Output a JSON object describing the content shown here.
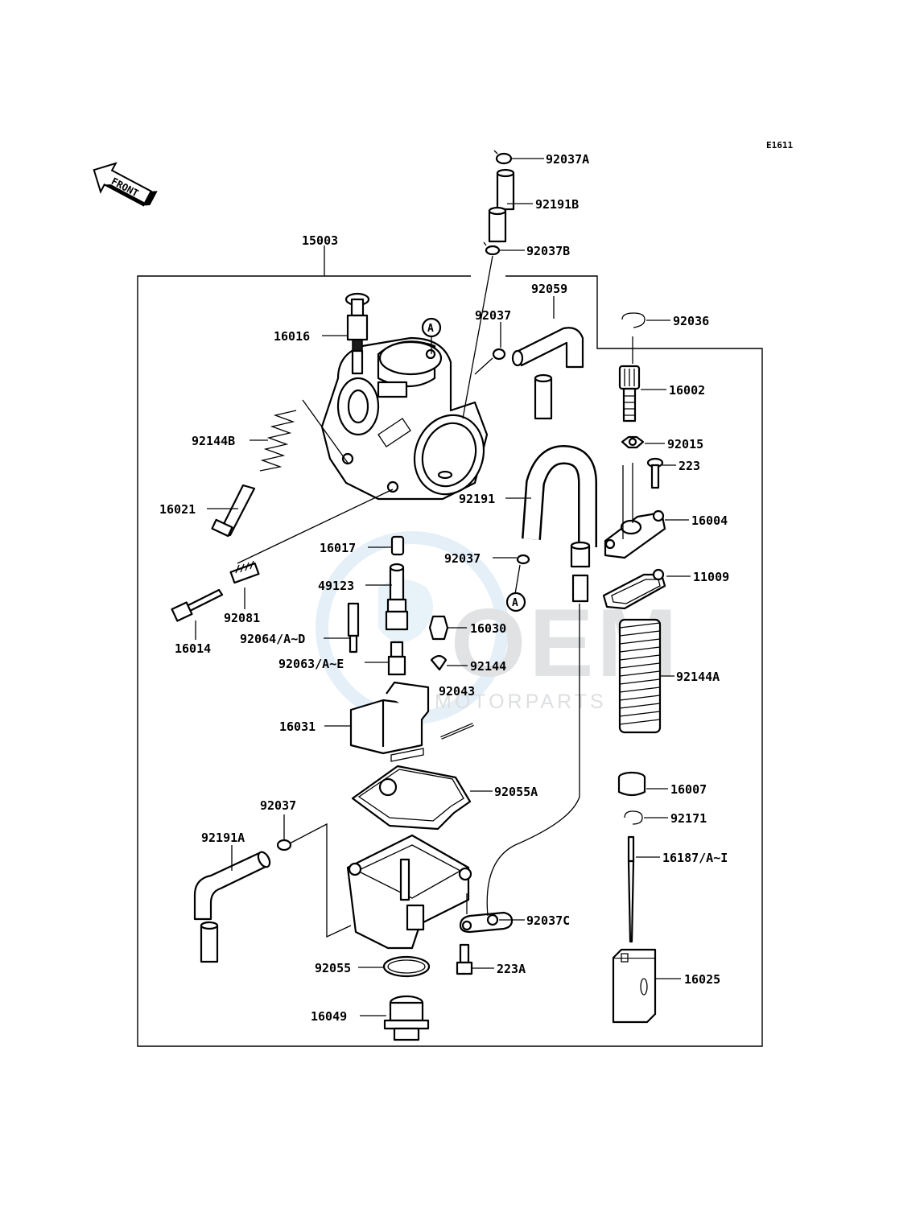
{
  "diagram_code": "E1611",
  "front_label": "FRONT",
  "callout_A": "A",
  "watermark": {
    "brand": "OEM",
    "sub": "MOTORPARTS"
  },
  "labels": {
    "p15003": "15003",
    "p92037A": "92037A",
    "p92191B": "92191B",
    "p92037B": "92037B",
    "p92059": "92059",
    "p92037_top": "92037",
    "p92036": "92036",
    "p16016": "16016",
    "p16002": "16002",
    "p92015": "92015",
    "p223": "223",
    "p92144B": "92144B",
    "p92191": "92191",
    "p16004": "16004",
    "p16021": "16021",
    "p16017": "16017",
    "p92037_mid": "92037",
    "p11009": "11009",
    "p49123": "49123",
    "p92081": "92081",
    "p16014": "16014",
    "p92064": "92064/A~D",
    "p16030": "16030",
    "p92063": "92063/A~E",
    "p92144": "92144",
    "p92144A": "92144A",
    "p92043": "92043",
    "p16031": "16031",
    "p16007": "16007",
    "p92055A": "92055A",
    "p92037_low": "92037",
    "p92171": "92171",
    "p92191A": "92191A",
    "p16187": "16187/A~I",
    "p92037C": "92037C",
    "p92055": "92055",
    "p223A": "223A",
    "p16025": "16025",
    "p16049": "16049"
  }
}
